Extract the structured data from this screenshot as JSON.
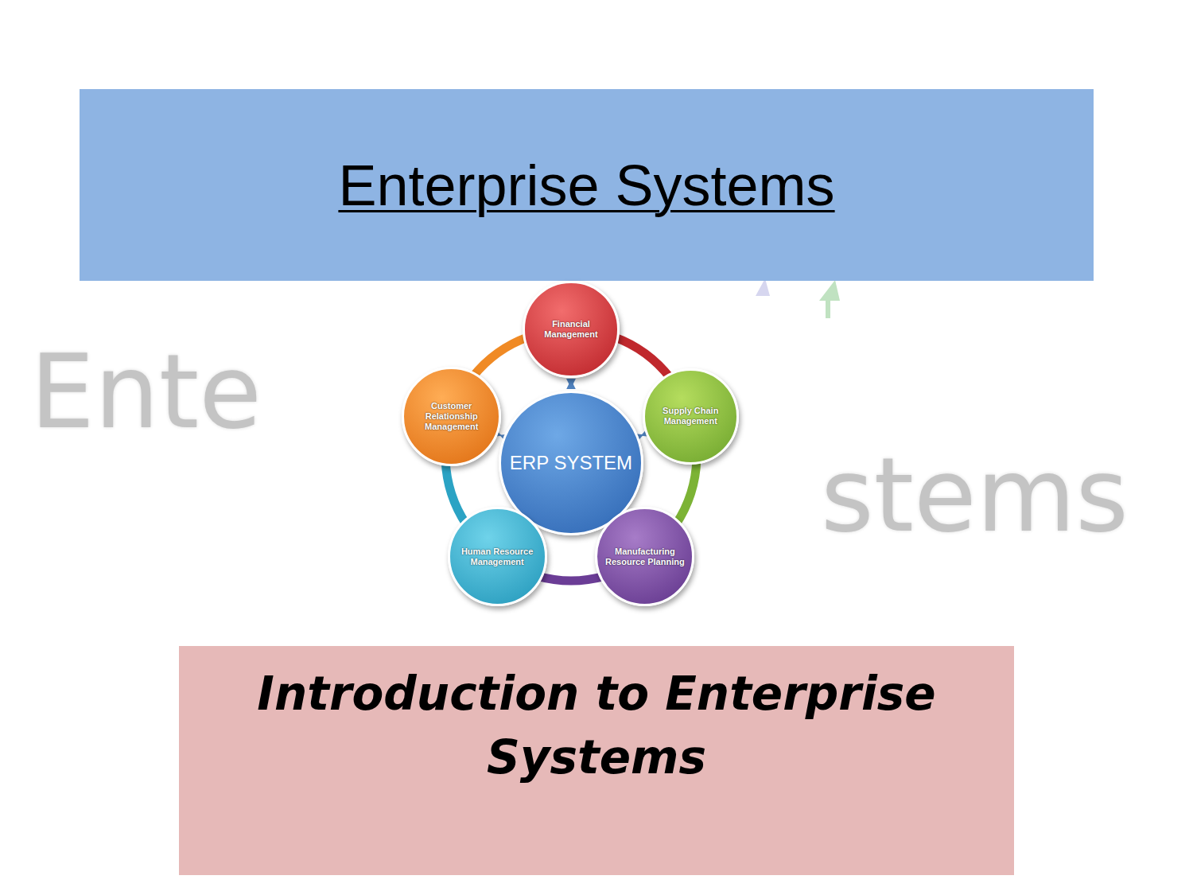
{
  "diagram": {
    "title": "Enterprise Systems",
    "caption": "Introduction to Enterprise Systems",
    "nodes": [
      {
        "text": [
          "Financial Management"
        ]
      },
      {
        "text": [
          "Customer Relationship Management"
        ]
      },
      {
        "text": [
          "Supply Chain Management"
        ]
      },
      {
        "text": [
          "ERP SYSTEM"
        ]
      },
      {
        "text": [
          "Human Resource Management"
        ]
      },
      {
        "text": [
          "Manufacturing Resource Planning"
        ]
      }
    ],
    "edges": [
      {
        "from": 3,
        "to": 0,
        "arrow": "both"
      },
      {
        "from": 3,
        "to": 2,
        "arrow": "both"
      },
      {
        "from": 3,
        "to": 5,
        "arrow": "both"
      },
      {
        "from": 3,
        "to": 4,
        "arrow": "both"
      },
      {
        "from": 3,
        "to": 1,
        "arrow": "both"
      },
      {
        "from": 0,
        "to": 2,
        "arrow": "none"
      },
      {
        "from": 2,
        "to": 5,
        "arrow": "none"
      },
      {
        "from": 5,
        "to": 4,
        "arrow": "none"
      },
      {
        "from": 4,
        "to": 1,
        "arrow": "none"
      },
      {
        "from": 1,
        "to": 0,
        "arrow": "none"
      }
    ],
    "labels": [
      "Ente",
      "stems"
    ]
  }
}
